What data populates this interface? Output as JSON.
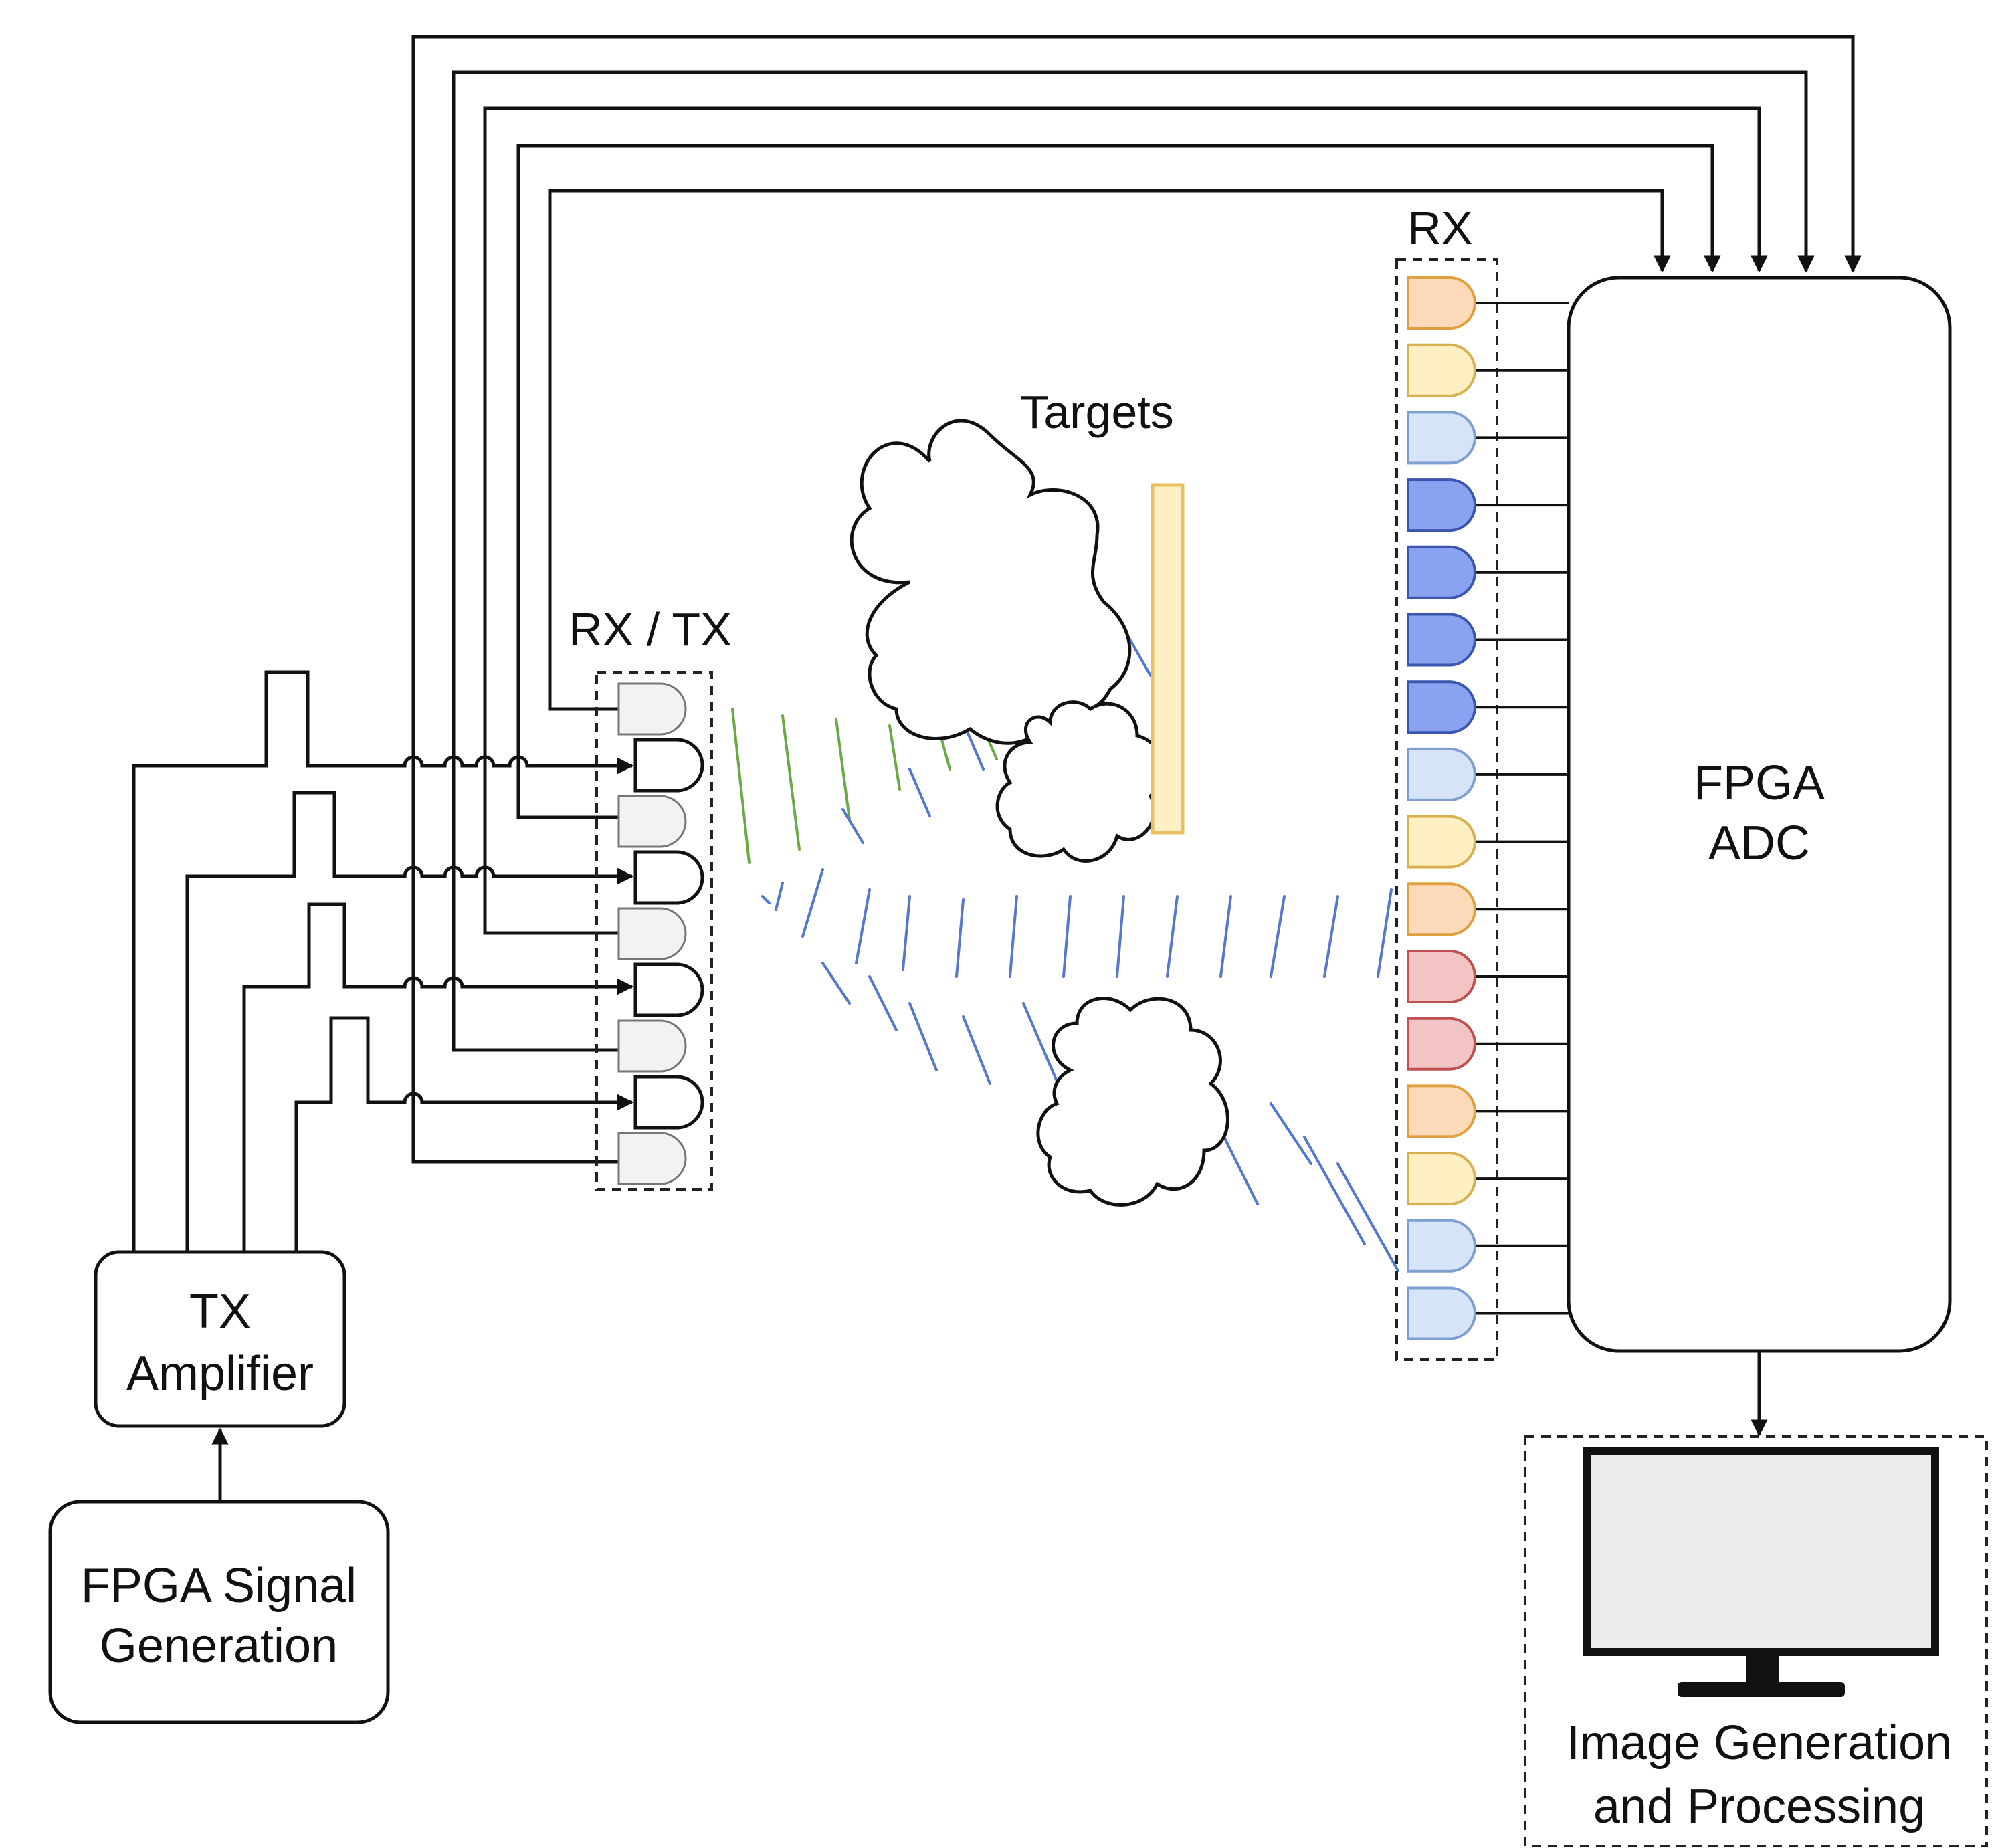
{
  "labels": {
    "rxtx": "RX / TX",
    "rx": "RX",
    "targets": "Targets",
    "fpga_adc_1": "FPGA",
    "fpga_adc_2": "ADC",
    "tx_amp_1": "TX",
    "tx_amp_2": "Amplifier",
    "fpga_sig_1": "FPGA Signal",
    "fpga_sig_2": "Generation",
    "img_1": "Image Generation",
    "img_2": "and Processing"
  },
  "colors": {
    "line": "#111111",
    "rx_peach": "#fcd9b8",
    "rx_peach_stroke": "#e0a040",
    "rx_yellow": "#fff0c4",
    "rx_yellow_stroke": "#d8b050",
    "rx_lightblue": "#d6e4f7",
    "rx_lightblue_stroke": "#7f9fd0",
    "rx_blue": "#8aa3f0",
    "rx_blue_stroke": "#3a56b0",
    "rx_red": "#f3c4c4",
    "rx_red_stroke": "#c05050",
    "gray_element": "#f2f2f2",
    "tx_element": "#ffffff",
    "target_plate": "#fdf0c4",
    "target_plate_stroke": "#e8c060",
    "wave_green": "#6aaa46",
    "wave_blue": "#5577cc",
    "monitor_screen": "#ececec"
  },
  "rx_array_colors": [
    "peach",
    "yellow",
    "lightblue",
    "blue",
    "blue",
    "blue",
    "blue",
    "lightblue",
    "yellow",
    "peach",
    "red",
    "red",
    "peach",
    "yellow",
    "lightblue",
    "lightblue"
  ],
  "rxtx_array": [
    "rx",
    "tx",
    "rx",
    "tx",
    "rx",
    "tx",
    "rx",
    "tx",
    "rx"
  ]
}
